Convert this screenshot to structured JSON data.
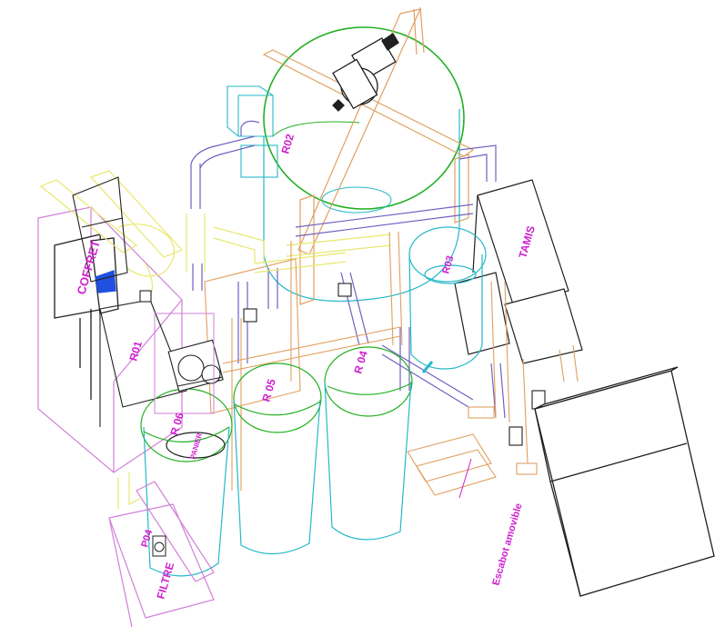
{
  "labels": {
    "coffret": "COFFRET",
    "r01": "R01",
    "r02": "R02",
    "r03": "R03",
    "r04": "R 04",
    "r05": "R 05",
    "r06": "R 06",
    "tamis": "TAMIS",
    "panier": "PANIER",
    "filtre": "FILTRE",
    "p04": "P04",
    "escabot": "Escabot amovible"
  },
  "colors": {
    "tank_cyan": "#26b8c8",
    "structure_orange": "#e0a060",
    "pipe_purple": "#7060c0",
    "pipe_yellow": "#e8e870",
    "label_magenta": "#d020d0",
    "frame_magenta": "#d080d8",
    "tank_green": "#20b020",
    "box_black": "#202020",
    "accent_blue": "#2050e0"
  }
}
